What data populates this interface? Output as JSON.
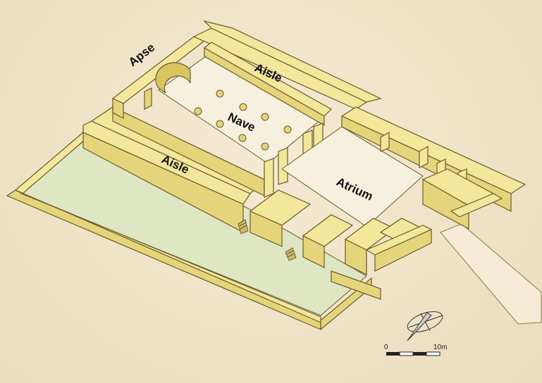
{
  "labels": {
    "apse": "Apse",
    "aisle_north": "Aisle",
    "nave": "Nave",
    "aisle_south": "Aisle",
    "atrium": "Atrium"
  },
  "scale": {
    "start": "0",
    "end": "10m"
  },
  "icons": [
    "north-arrow-icon",
    "column-base-icon",
    "stair-icon"
  ],
  "colors": {
    "wall": "#f2e79a",
    "garden": "#dfe6c3",
    "floor": "#f6f0de",
    "background": "#efe4cc"
  }
}
